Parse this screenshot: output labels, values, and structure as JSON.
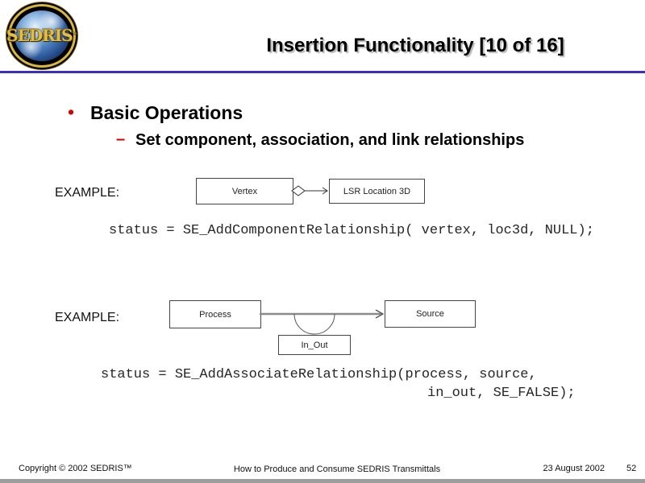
{
  "slide": {
    "logo": {
      "text": "SEDRIS",
      "tm": "™"
    },
    "title": "Insertion Functionality [10 of 16]",
    "bullets": {
      "main_marker": "•",
      "main": "Basic Operations",
      "sub_marker": "–",
      "sub": "Set component, association, and link relationships"
    },
    "examples": [
      {
        "label": "EXAMPLE:",
        "diagram": {
          "boxes": [
            "Vertex",
            "LSR Location 3D"
          ],
          "connector": "component-aggregation-diamond-arrow"
        },
        "code": [
          "status = SE_AddComponentRelationship( vertex, loc3d, NULL);"
        ]
      },
      {
        "label": "EXAMPLE:",
        "diagram": {
          "boxes": [
            "Process",
            "Source",
            "In_Out"
          ],
          "connector": "association-arrow-with-link-arc"
        },
        "code": [
          "status = SE_AddAssociateRelationship(process, source,",
          "in_out, SE_FALSE);"
        ]
      }
    ],
    "footer": {
      "copyright": "Copyright © 2002 SEDRIS™",
      "center": "How to Produce and Consume SEDRIS Transmittals",
      "date": "23 August 2002",
      "page": "52"
    },
    "colors": {
      "rule": "#3a2ec8",
      "bullet_red": "#d40000",
      "association_line_gray": "#8a8a8a",
      "logo_gold": "#d9b63c"
    }
  }
}
